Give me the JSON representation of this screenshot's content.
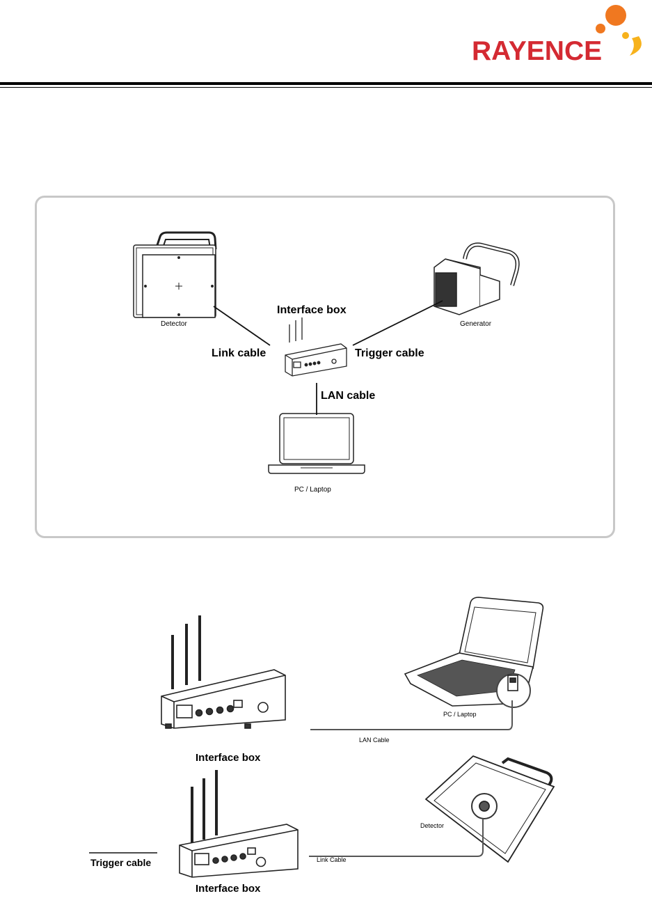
{
  "header": {
    "logo_text": "RAYENCE",
    "brand_colors": {
      "logo_text": "#d42a32",
      "sun_orange": "#f07820",
      "sun_yellow": "#f7b21c"
    }
  },
  "diagram_top": {
    "detector_label": "Detector",
    "generator_label": "Generator",
    "interface_box_label": "Interface box",
    "link_cable_label": "Link cable",
    "trigger_cable_label": "Trigger cable",
    "lan_cable_label": "LAN cable",
    "pc_label": "PC / Laptop"
  },
  "diagram_bottom": {
    "interface_box_label_1": "Interface box",
    "interface_box_label_2": "Interface box",
    "pc_label": "PC / Laptop",
    "lan_cable_label": "LAN Cable",
    "detector_label": "Detector",
    "link_cable_label": "Link Cable",
    "trigger_cable_label": "Trigger cable"
  }
}
